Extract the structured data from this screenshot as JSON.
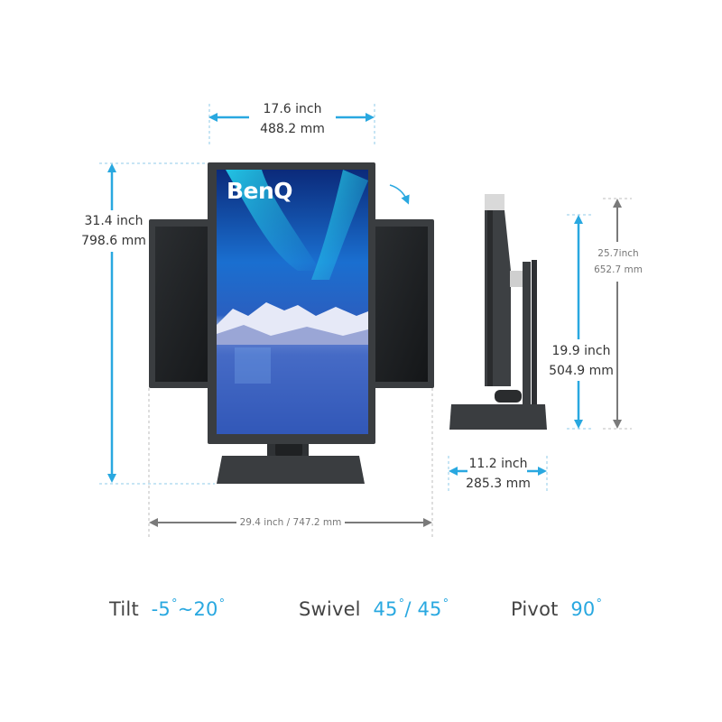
{
  "colors": {
    "accent_blue": "#29a8e0",
    "arrow_gray": "#7a7a7a",
    "monitor_bezel": "#3a3d40",
    "dark_screen": "#1e2022"
  },
  "brand": {
    "logo_text": "BenQ"
  },
  "dimensions": {
    "width": {
      "inch": "17.6 inch",
      "mm": "488.2 mm"
    },
    "total_height": {
      "inch": "31.4 inch",
      "mm": "798.6 mm"
    },
    "max_height_side": {
      "inch": "25.7inch",
      "mm": "652.7 mm"
    },
    "height_side": {
      "inch": "19.9 inch",
      "mm": "504.9 mm"
    },
    "depth": {
      "inch": "11.2 inch",
      "mm": "285.3 mm"
    },
    "rotated_width": {
      "label": "29.4 inch / 747.2 mm"
    }
  },
  "icons": {
    "pivot_arrow": "curved-arrow-down-right"
  },
  "specs": [
    {
      "label": "Tilt",
      "value": "-5",
      "deg1": "°",
      "sep": "~20",
      "deg2": "°"
    },
    {
      "label": "Swivel",
      "value": "45",
      "deg1": "°",
      "sep": "/ 45",
      "deg2": "°"
    },
    {
      "label": "Pivot",
      "value": "90",
      "deg1": "°",
      "sep": "",
      "deg2": ""
    }
  ]
}
